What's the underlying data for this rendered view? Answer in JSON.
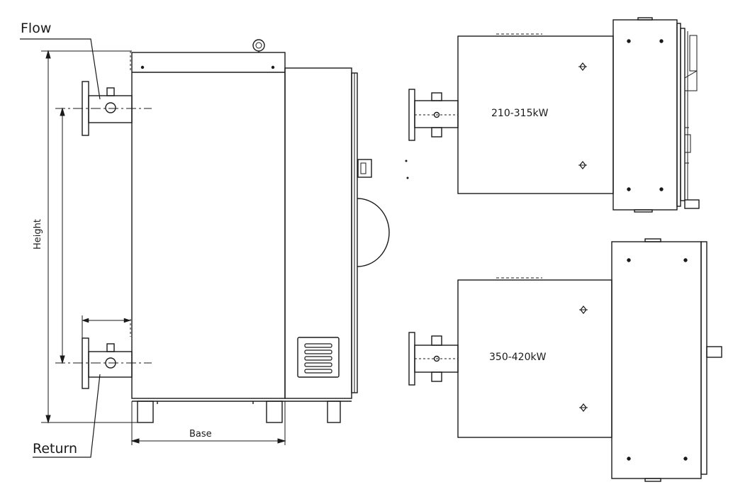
{
  "labels": {
    "flow": "Flow",
    "return": "Return",
    "height": "Height",
    "base": "Base"
  },
  "views": {
    "upper_model": "210-315kW",
    "lower_model": "350-420kW"
  },
  "colors": {
    "line": "#1a1a1a",
    "background": "#ffffff"
  }
}
